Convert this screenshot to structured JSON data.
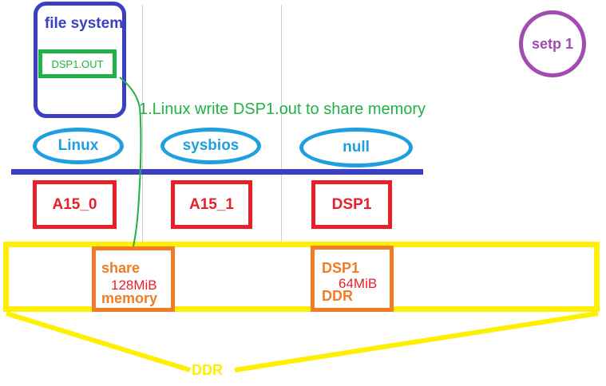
{
  "file_system": {
    "title": "file system",
    "file_label": "DSP1.OUT"
  },
  "step_label": "setp 1",
  "annotation": "1.Linux write DSP1.out to share memory",
  "os_list": [
    {
      "name": "Linux"
    },
    {
      "name": "sysbios"
    },
    {
      "name": "null"
    }
  ],
  "cores": [
    {
      "name": "A15_0"
    },
    {
      "name": "A15_1"
    },
    {
      "name": "DSP1"
    }
  ],
  "ddr": {
    "label": "DDR",
    "regions": [
      {
        "name_line1": "share",
        "size": "128MiB",
        "name_line2": "memory"
      },
      {
        "name_line1": "DSP1",
        "size": "64MiB",
        "name_line2": "DDR"
      }
    ]
  },
  "colors": {
    "file_system": "#3a3fc4",
    "file": "#22b04a",
    "step": "#a04cb0",
    "os": "#1f9ee0",
    "core": "#e8202a",
    "ddr": "#ffef00",
    "region": "#f27b25"
  }
}
